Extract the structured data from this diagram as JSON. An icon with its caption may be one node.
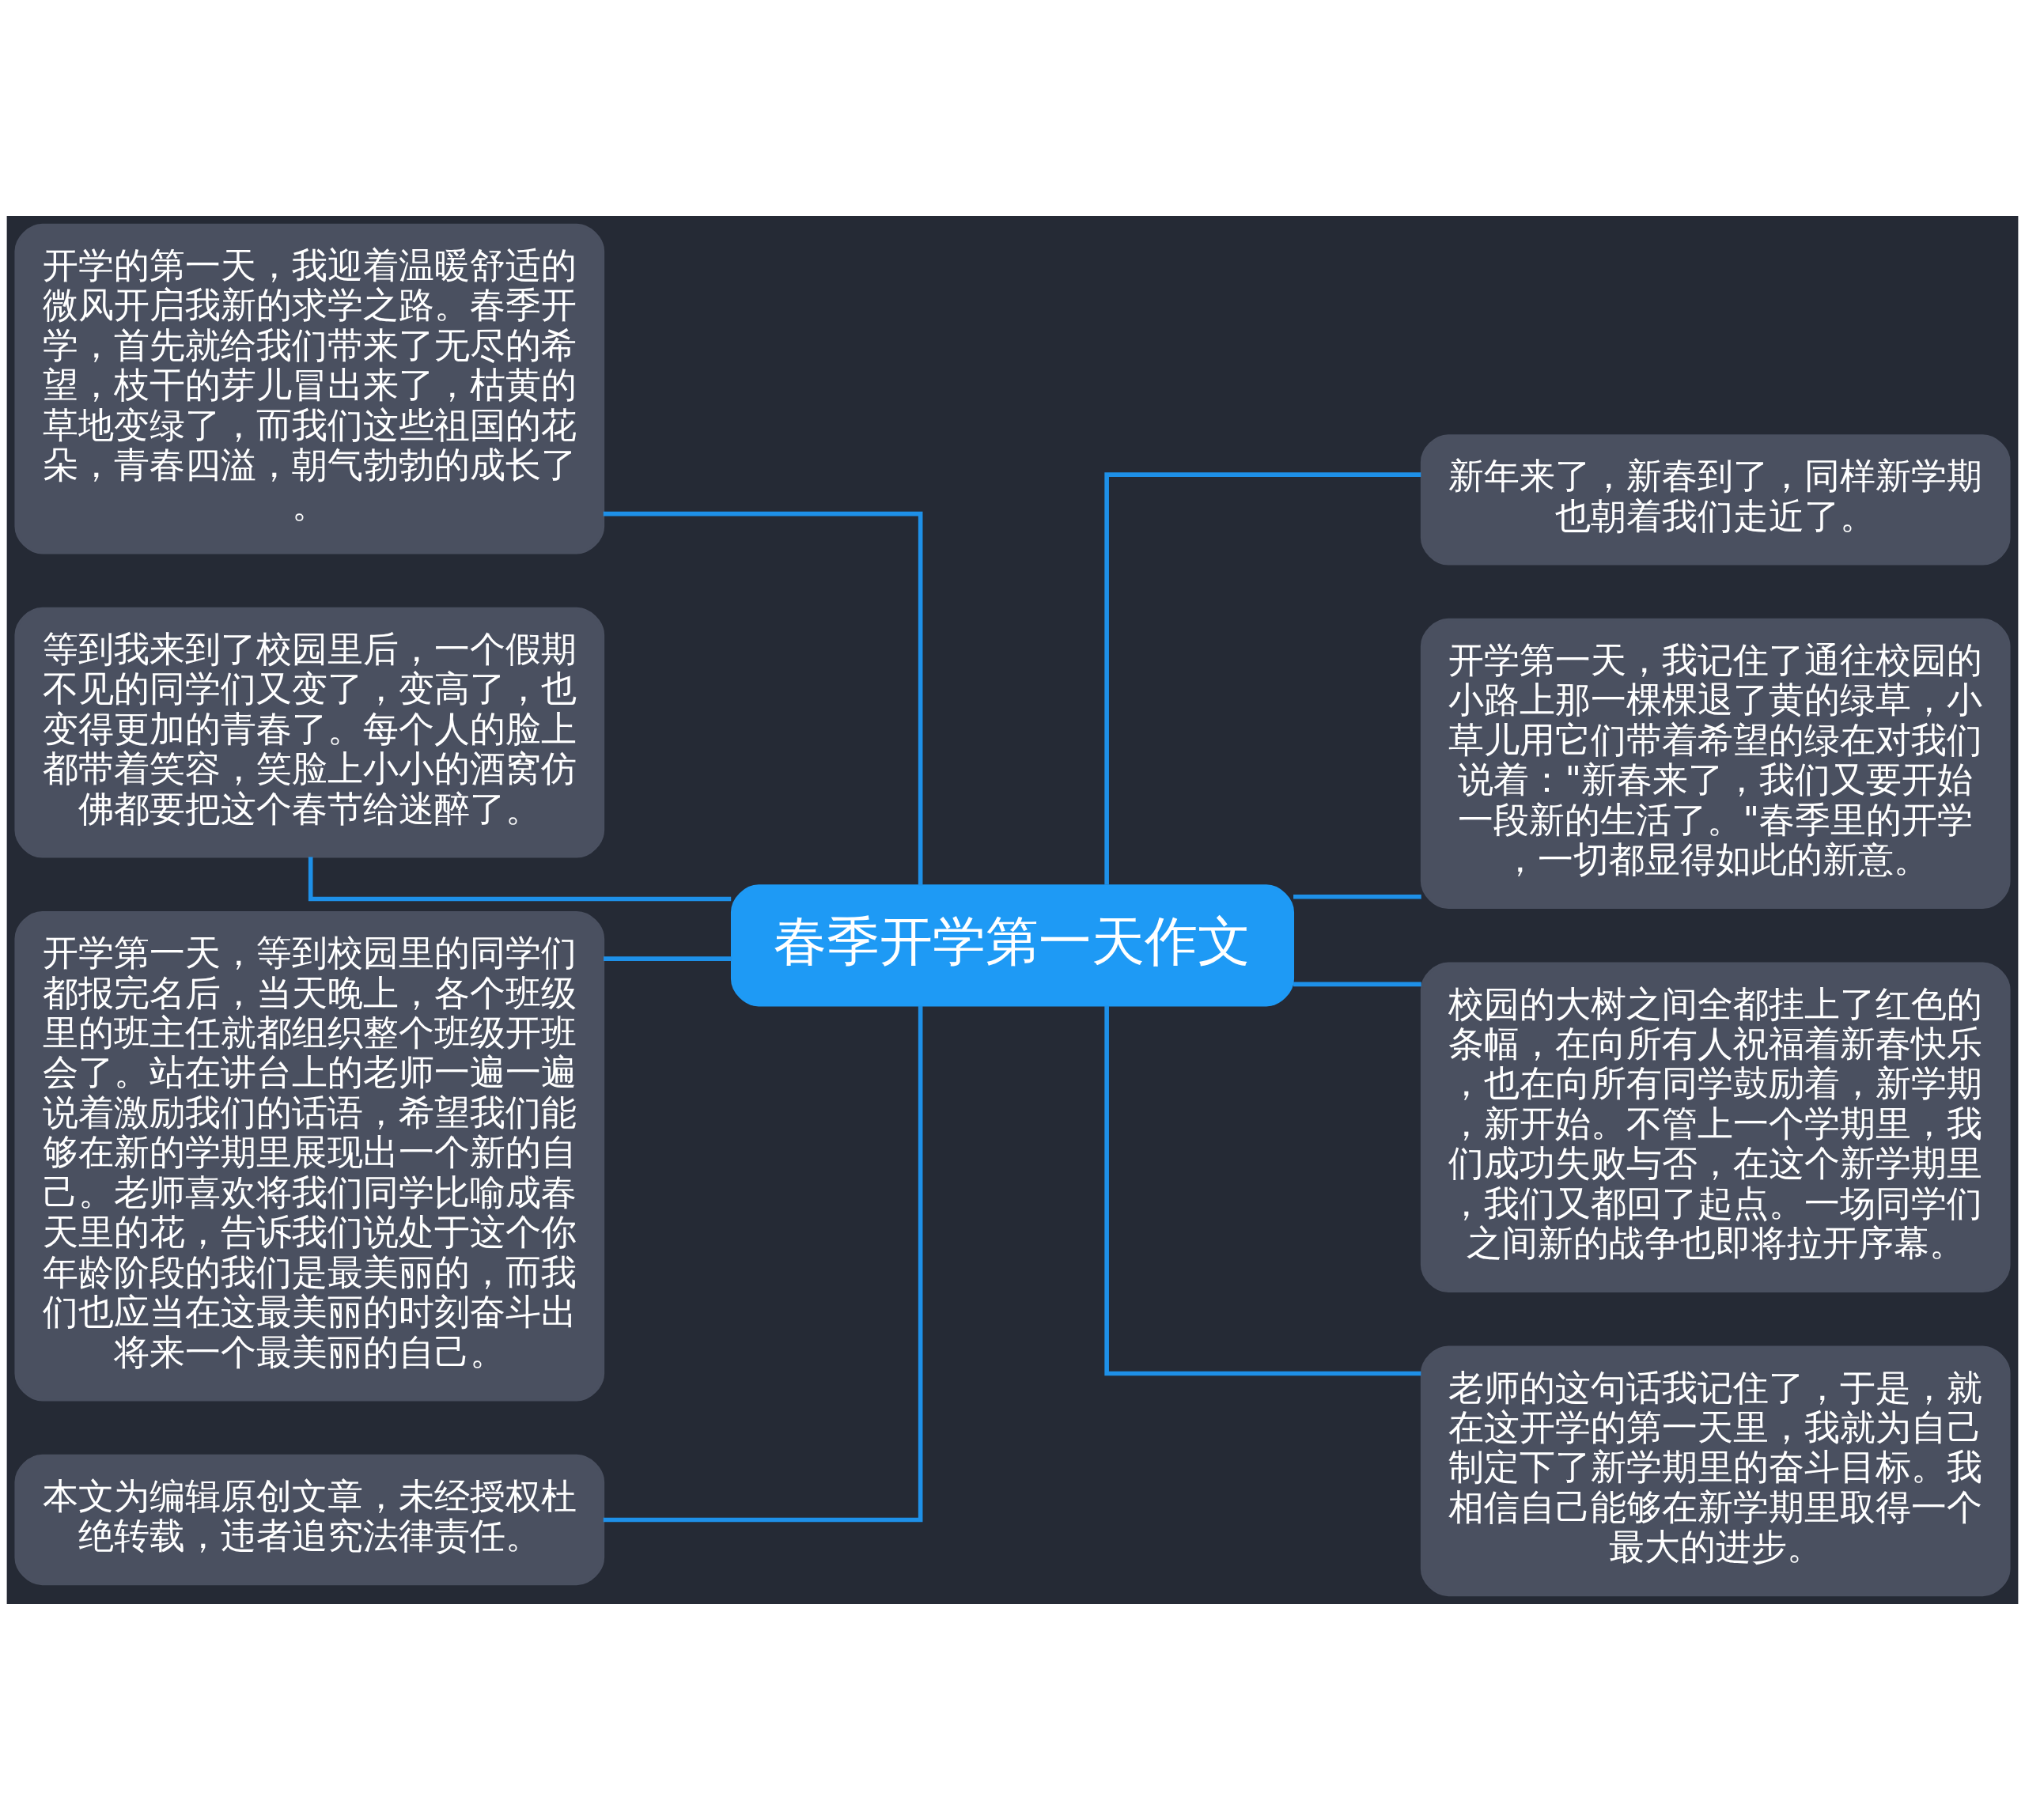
{
  "diagram": {
    "nodes": [
      {
        "text": [
          "春季开学第一天作文"
        ]
      },
      {
        "text": [
          "开学的第一天，我迎着温暖舒适的微风开启我新的求学之路。春季开学，首先就给我们带来了无尽的希望，枝干的芽儿冒出来了，枯黄的草地变绿了，而我们这些祖国的花朵，青春四溢，朝气勃勃的成长了。"
        ]
      },
      {
        "text": [
          "等到我来到了校园里后，一个假期不见的同学们又变了，变高了，也变得更加的青春了。每个人的脸上都带着笑容，笑脸上小小的酒窝仿佛都要把这个春节给迷醉了。"
        ]
      },
      {
        "text": [
          "开学第一天，等到校园里的同学们都报完名后，当天晚上，各个班级里的班主任就都组织整个班级开班会了。站在讲台上的老师一遍一遍说着激励我们的话语，希望我们能够在新的学期里展现出一个新的自己。老师喜欢将我们同学比喻成春天里的花，告诉我们说处于这个你年龄阶段的我们是最美丽的，而我们也应当在这最美丽的时刻奋斗出将来一个最美丽的自己。"
        ]
      },
      {
        "text": [
          "本文为编辑原创文章，未经授权杜绝转载，违者追究法律责任。"
        ]
      },
      {
        "text": [
          "新年来了，新春到了，同样新学期也朝着我们走近了。"
        ]
      },
      {
        "text": [
          "开学第一天，我记住了通往校园的小路上那一棵棵退了黄的绿草，小草儿用它们带着希望的绿在对我们说着：\"新春来了，我们又要开始一段新的生活了。\"春季里的开学，一切都显得如此的新意。"
        ]
      },
      {
        "text": [
          "校园的大树之间全都挂上了红色的条幅，在向所有人祝福着新春快乐，也在向所有同学鼓励着，新学期，新开始。不管上一个学期里，我们成功失败与否，在这个新学期里，我们又都回了起点。一场同学们之间新的战争也即将拉开序幕。"
        ]
      },
      {
        "text": [
          "老师的这句话我记住了，于是，就在这开学的第一天里，我就为自己制定下了新学期里的奋斗目标。我相信自己能够在新学期里取得一个最大的进步。"
        ]
      }
    ],
    "edges": [
      {
        "from": 1,
        "to": 0,
        "arrow": "none"
      },
      {
        "from": 2,
        "to": 0,
        "arrow": "none"
      },
      {
        "from": 3,
        "to": 0,
        "arrow": "none"
      },
      {
        "from": 4,
        "to": 0,
        "arrow": "none"
      },
      {
        "from": 0,
        "to": 5,
        "arrow": "none"
      },
      {
        "from": 0,
        "to": 6,
        "arrow": "none"
      },
      {
        "from": 0,
        "to": 7,
        "arrow": "none"
      },
      {
        "from": 0,
        "to": 8,
        "arrow": "none"
      }
    ]
  }
}
